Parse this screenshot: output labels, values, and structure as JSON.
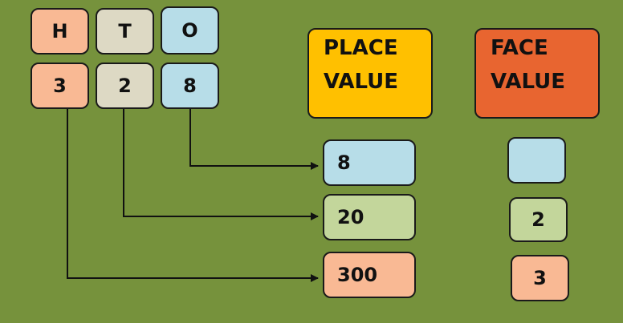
{
  "headers": {
    "h": "H",
    "t": "T",
    "o": "O"
  },
  "digits": {
    "hundreds": "3",
    "tens": "2",
    "ones": "8"
  },
  "place_value": {
    "title_line1": "PLACE",
    "title_line2": "VALUE",
    "ones": "8",
    "tens": "20",
    "hundreds": "300"
  },
  "face_value": {
    "title_line1": "FACE",
    "title_line2": "VALUE",
    "ones": "",
    "tens": "2",
    "hundreds": "3"
  },
  "colors": {
    "background": "#76923c",
    "hundreds": "#f9b994",
    "tens_header": "#ddd9c4",
    "ones": "#b7dde8",
    "tens_value": "#c3d69b",
    "place_title": "#ffc000",
    "face_title": "#e86530"
  }
}
